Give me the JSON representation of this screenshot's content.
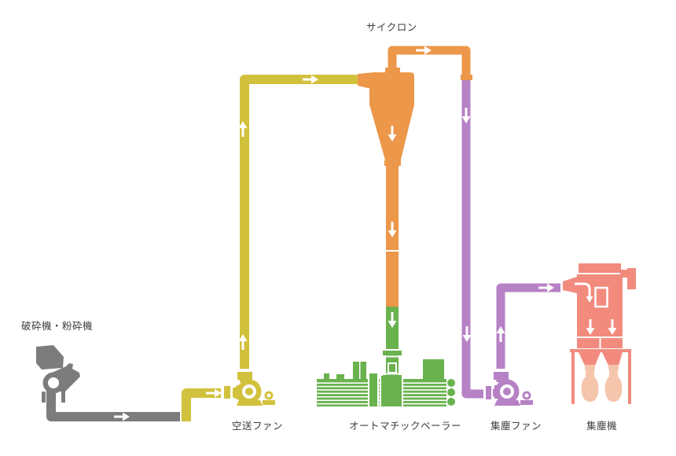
{
  "diagram": {
    "title_hint": "pneumatic conveying flow diagram",
    "background": "#ffffff",
    "labels": {
      "crusher": "破砕機・粉砕機",
      "blower_fan": "空送ファン",
      "cyclone": "サイクロン",
      "baler": "オートマチックベーラー",
      "dust_fan": "集塵ファン",
      "dust_collector": "集塵機"
    },
    "colors": {
      "crusher": "#7c7c7c",
      "blower": "#d2c13c",
      "cyclone": "#ec9749",
      "baler": "#6ab24e",
      "dust_fan": "#b681c5",
      "collector": "#f28b7e",
      "collector_light": "#f5c5ac",
      "arrow": "#ffffff",
      "label_text": "#3c3c3c"
    }
  }
}
